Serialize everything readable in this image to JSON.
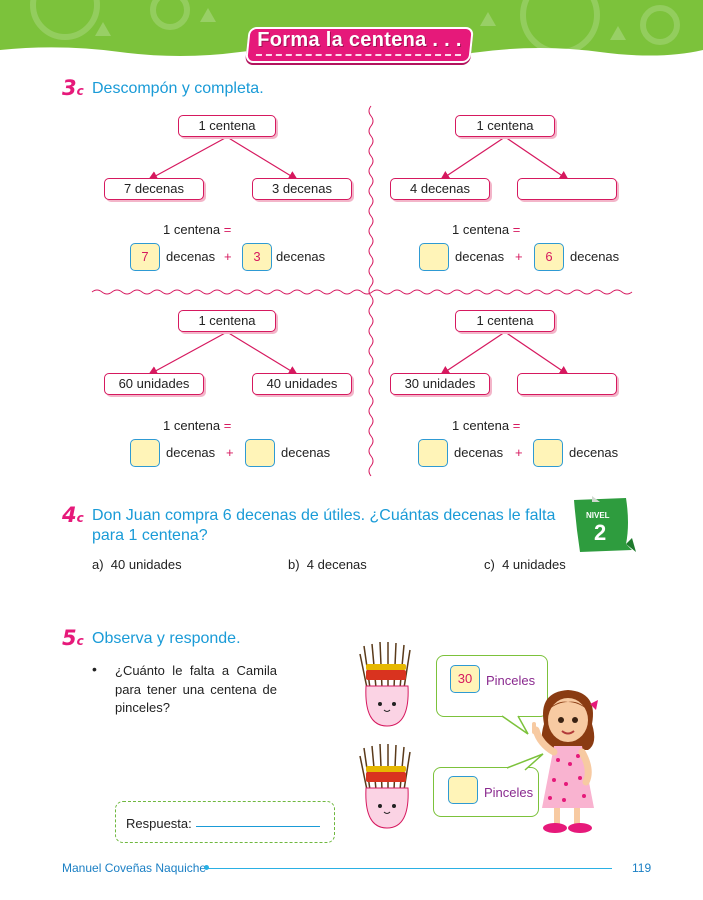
{
  "header": {
    "title": "Forma la centena . . ."
  },
  "section3": {
    "number": "3",
    "title": "Descompón y completa.",
    "top_label": "1 centena",
    "equation_label": "1 centena",
    "equals": "=",
    "plus": "+",
    "decenas": "decenas",
    "q1": {
      "left": "7 decenas",
      "right": "3 decenas",
      "box1": "7",
      "box2": "3"
    },
    "q2": {
      "left": "4 decenas",
      "right": "",
      "box1": "",
      "box2": "6"
    },
    "q3": {
      "left": "60 unidades",
      "right": "40 unidades",
      "box1": "",
      "box2": ""
    },
    "q4": {
      "left": "30 unidades",
      "right": "",
      "box1": "",
      "box2": ""
    }
  },
  "section4": {
    "number": "4",
    "question_line1": "Don Juan compra 6 decenas de útiles. ¿Cuántas decenas le falta",
    "question_line2": "para 1 centena?",
    "nivel_label": "NIVEL",
    "nivel_value": "2",
    "options": [
      {
        "letter": "a)",
        "text": "40 unidades"
      },
      {
        "letter": "b)",
        "text": "4 decenas"
      },
      {
        "letter": "c)",
        "text": "4 unidades"
      }
    ]
  },
  "section5": {
    "number": "5",
    "title": "Observa y responde.",
    "bullet": "•",
    "question": "¿Cuánto le falta a Camila para tener una centena de pinceles?",
    "answer_label": "Respuesta:",
    "bubble1": {
      "value": "30",
      "label": "Pinceles"
    },
    "bubble2": {
      "value": "",
      "label": "Pinceles"
    }
  },
  "footer": {
    "author": "Manuel Coveñas Naquiche",
    "page": "119"
  },
  "colors": {
    "magenta": "#e6197a",
    "blue": "#1a9bd7",
    "green": "#7cc23b",
    "yellow_box": "#fff4b8"
  }
}
